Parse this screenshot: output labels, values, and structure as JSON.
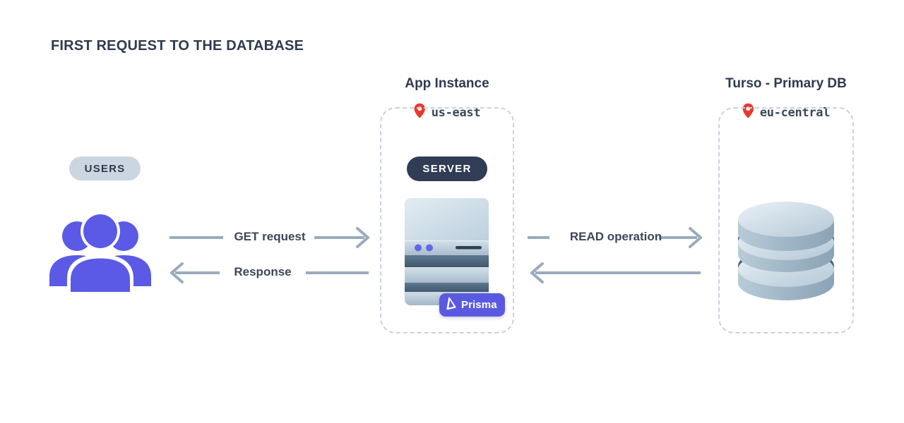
{
  "title": "FIRST REQUEST TO THE DATABASE",
  "colors": {
    "background": "#ffffff",
    "ink": "#2f3a4f",
    "arrow": "#9aabbd",
    "dashed_border": "#c9d2dd",
    "users_badge_bg": "#ccd6e0",
    "server_badge_bg": "#313d54",
    "pin_red": "#e8392f",
    "prisma_indigo": "#5a5ae0",
    "user_indigo": "#5a5ae6",
    "db_slate": "#9fb3c2"
  },
  "columns": [
    {
      "id": "app-instance",
      "title": "App Instance",
      "location": "us-east",
      "pin_icon": "location-pin-icon"
    },
    {
      "id": "turso-primary-db",
      "title": "Turso - Primary DB",
      "location": "eu-central",
      "pin_icon": "location-pin-icon"
    }
  ],
  "nodes": {
    "users": {
      "badge_label": "USERS",
      "icon": "users-group-icon"
    },
    "server": {
      "badge_label": "SERVER",
      "icon": "server-rack-icon",
      "orm_badge": {
        "label": "Prisma",
        "icon": "prisma-logo-icon"
      }
    },
    "database": {
      "icon": "database-cylinder-icon"
    }
  },
  "arrows": [
    {
      "id": "get-request",
      "label": "GET request",
      "direction": "right"
    },
    {
      "id": "response",
      "label": "Response",
      "direction": "left"
    },
    {
      "id": "read-operation",
      "label": "READ operation",
      "direction": "right"
    },
    {
      "id": "read-return",
      "label": "",
      "direction": "left"
    }
  ]
}
